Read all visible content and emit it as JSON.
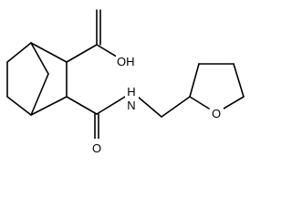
{
  "molecule": {
    "atoms": {
      "hydroxyl": "OH",
      "carbonyl_oxygen": "O",
      "amide_nitrogen": "N",
      "amide_hydrogen": "H",
      "ring_oxygen": "O"
    }
  }
}
